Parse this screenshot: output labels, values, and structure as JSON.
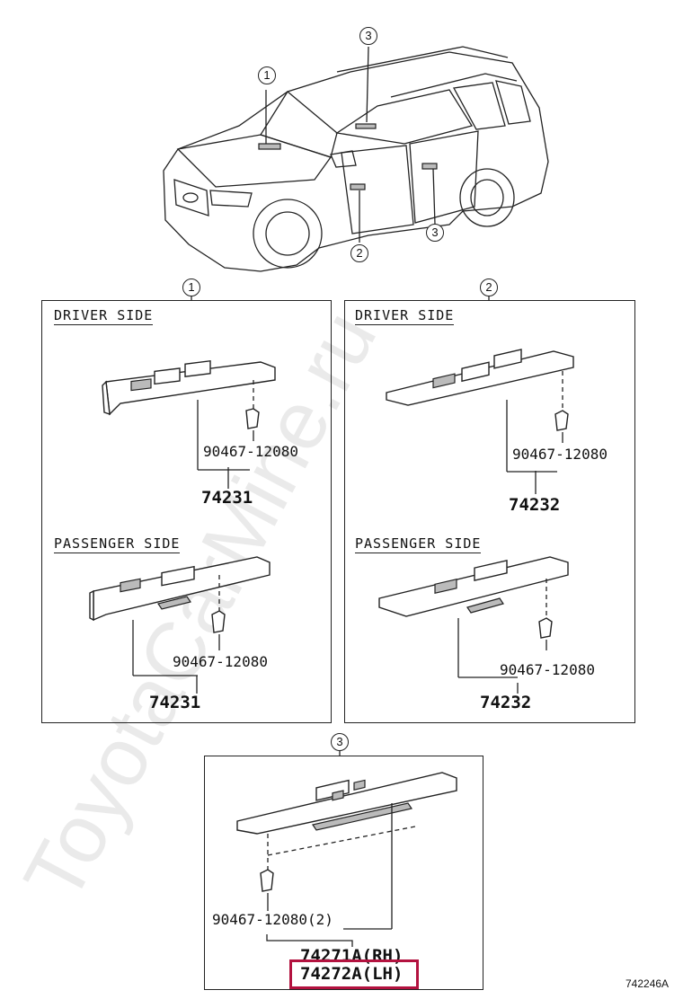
{
  "watermark": "ToyotaCarMine.ru",
  "callouts": {
    "c1": "1",
    "c2": "2",
    "c3": "3"
  },
  "panel1": {
    "number": "1",
    "driver": {
      "label": "DRIVER SIDE",
      "clip": "90467-12080",
      "part": "74231"
    },
    "passenger": {
      "label": "PASSENGER SIDE",
      "clip": "90467-12080",
      "part": "74231"
    }
  },
  "panel2": {
    "number": "2",
    "driver": {
      "label": "DRIVER SIDE",
      "clip": "90467-12080",
      "part": "74232"
    },
    "passenger": {
      "label": "PASSENGER SIDE",
      "clip": "90467-12080",
      "part": "74232"
    }
  },
  "panel3": {
    "number": "3",
    "clip": "90467-12080(2)",
    "part_rh": "74271A(RH)",
    "part_lh": "74272A(LH)"
  },
  "diagram_id": "742246A",
  "highlight_color": "#b3123f"
}
